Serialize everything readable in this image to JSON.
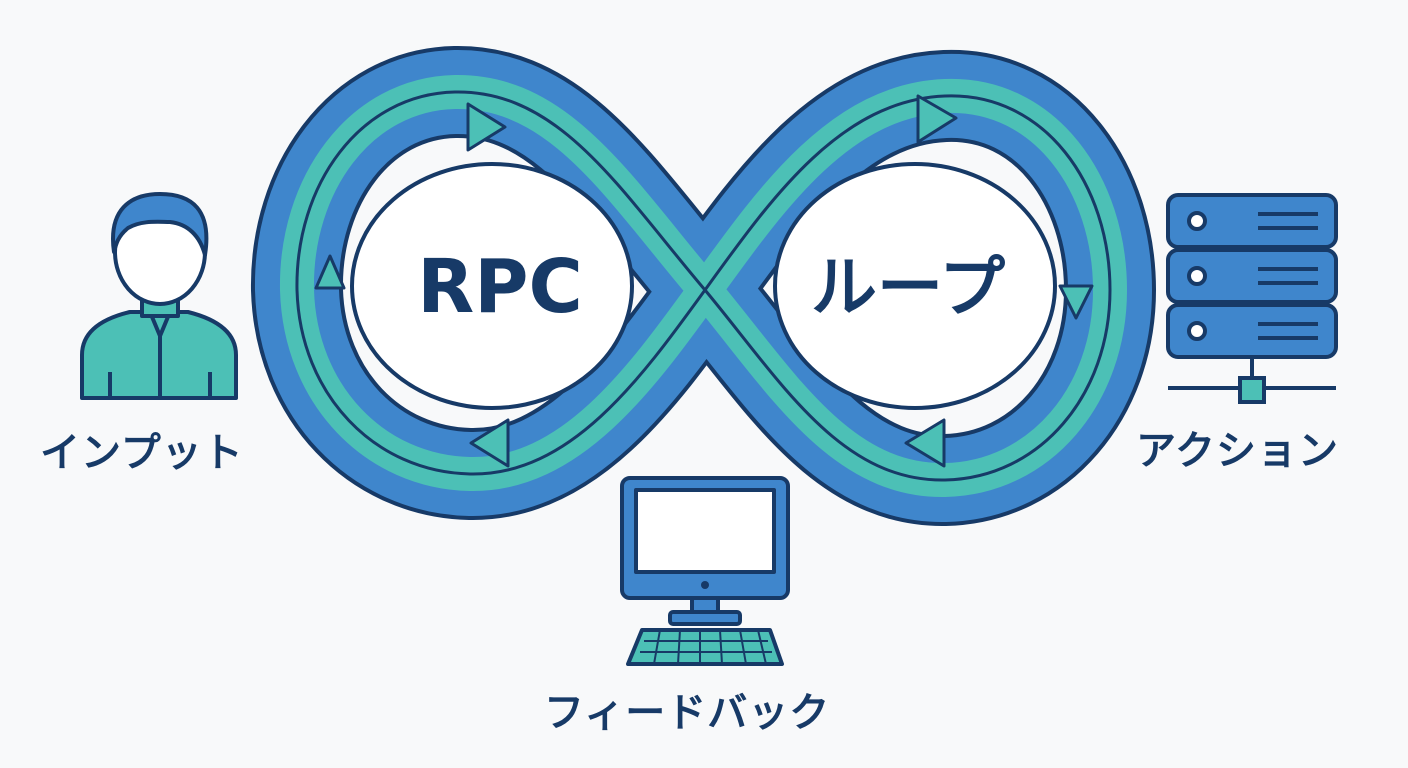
{
  "diagram": {
    "center_left_text": "RPC",
    "center_right_text": "ループ",
    "nodes": {
      "input": {
        "label": "インプット",
        "icon": "user-icon"
      },
      "action": {
        "label": "アクション",
        "icon": "server-icon"
      },
      "feedback": {
        "label": "フィードバック",
        "icon": "computer-icon"
      }
    },
    "colors": {
      "outline": "#173a67",
      "blue_band": "#3f86cc",
      "teal_band": "#4cc0b6",
      "text": "#173a67",
      "background": "#f8f9fa"
    }
  }
}
